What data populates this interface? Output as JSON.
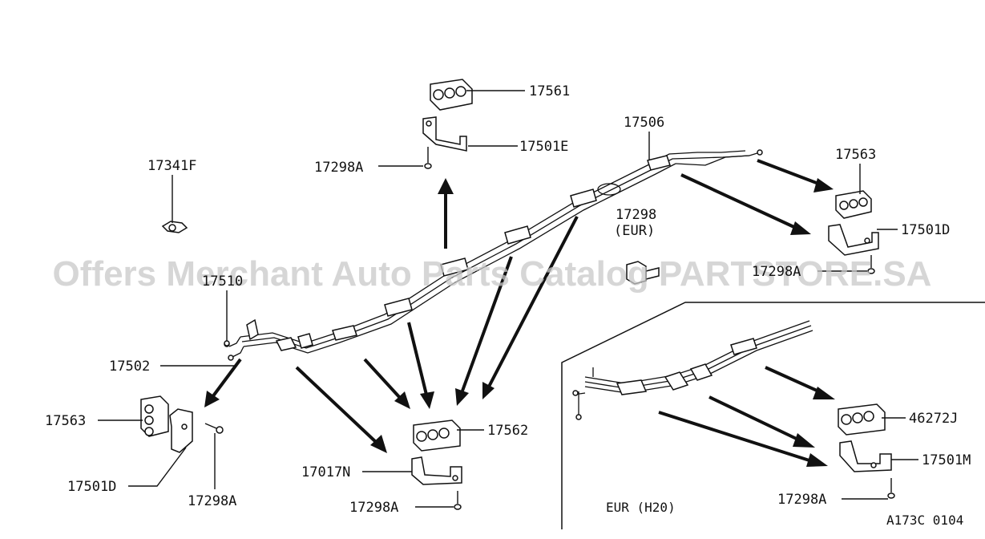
{
  "diagram": {
    "watermark": "Offers Merchant Auto Parts Catalog PARTSTORE.SA",
    "figure_code": "A173C 0104",
    "inset_caption": "EUR (H20)",
    "labels": {
      "p17561": "17561",
      "p17501E": "17501E",
      "p17298A_top": "17298A",
      "p17341F": "17341F",
      "p17506": "17506",
      "p17563_right": "17563",
      "p17298_eur": "17298",
      "p17298_eur_note": "(EUR)",
      "p17501D_right": "17501D",
      "p17298A_right": "17298A",
      "p17510": "17510",
      "p17502": "17502",
      "p17563_left": "17563",
      "p17501D_left": "17501D",
      "p17298A_left": "17298A",
      "p17562": "17562",
      "p17017N": "17017N",
      "p17298A_bottom": "17298A",
      "p46272J": "46272J",
      "p17501M": "17501M",
      "p17298A_inset": "17298A"
    }
  }
}
